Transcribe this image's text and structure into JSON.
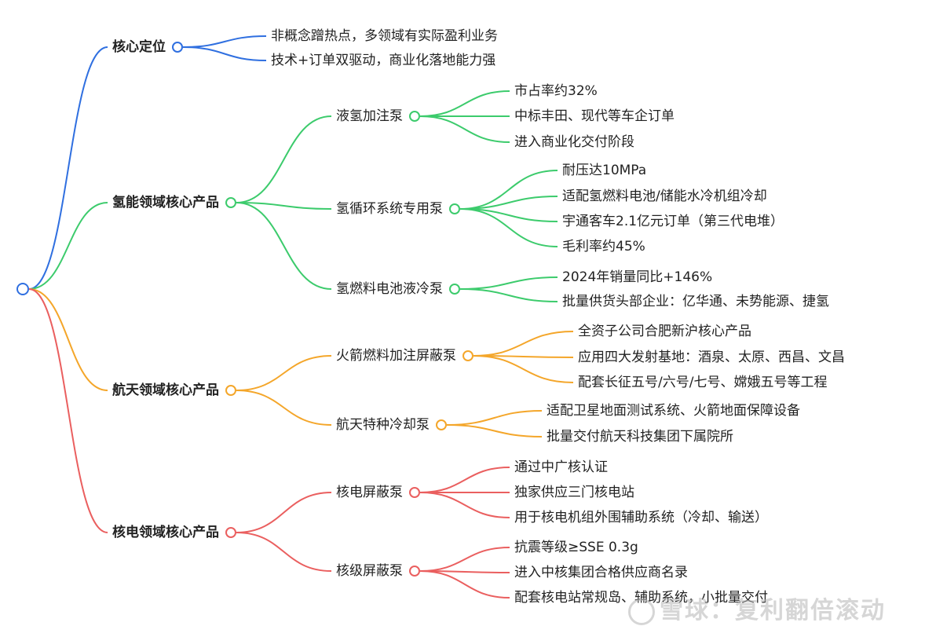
{
  "colors": {
    "blue": "#2f6fe0",
    "green": "#3ccb6c",
    "orange": "#f4a62a",
    "red": "#ea5f5f"
  },
  "branches": [
    {
      "label": "核心定位",
      "items": [
        "非概念蹭热点，多领域有实际盈利业务",
        "技术+订单双驱动，商业化落地能力强"
      ]
    },
    {
      "label": "氢能领域核心产品",
      "children": [
        {
          "label": "液氢加注泵",
          "items": [
            "市占率约32%",
            "中标丰田、现代等车企订单",
            "进入商业化交付阶段"
          ]
        },
        {
          "label": "氢循环系统专用泵",
          "items": [
            "耐压达10MPa",
            "适配氢燃料电池/储能水冷机组冷却",
            "宇通客车2.1亿元订单（第三代电堆）",
            "毛利率约45%"
          ]
        },
        {
          "label": "氢燃料电池液冷泵",
          "items": [
            "2024年销量同比+146%",
            "批量供货头部企业：亿华通、未势能源、捷氢"
          ]
        }
      ]
    },
    {
      "label": "航天领域核心产品",
      "children": [
        {
          "label": "火箭燃料加注屏蔽泵",
          "items": [
            "全资子公司合肥新沪核心产品",
            "应用四大发射基地：酒泉、太原、西昌、文昌",
            "配套长征五号/六号/七号、嫦娥五号等工程"
          ]
        },
        {
          "label": "航天特种冷却泵",
          "items": [
            "适配卫星地面测试系统、火箭地面保障设备",
            "批量交付航天科技集团下属院所"
          ]
        }
      ]
    },
    {
      "label": "核电领域核心产品",
      "children": [
        {
          "label": "核电屏蔽泵",
          "items": [
            "通过中广核认证",
            "独家供应三门核电站",
            "用于核电机组外围辅助系统（冷却、输送）"
          ]
        },
        {
          "label": "核级屏蔽泵",
          "items": [
            "抗震等级≥SSE 0.3g",
            "进入中核集团合格供应商名录",
            "配套核电站常规岛、辅助系统，小批量交付"
          ]
        }
      ]
    }
  ],
  "watermark": "雪球：复利翻倍滚动"
}
